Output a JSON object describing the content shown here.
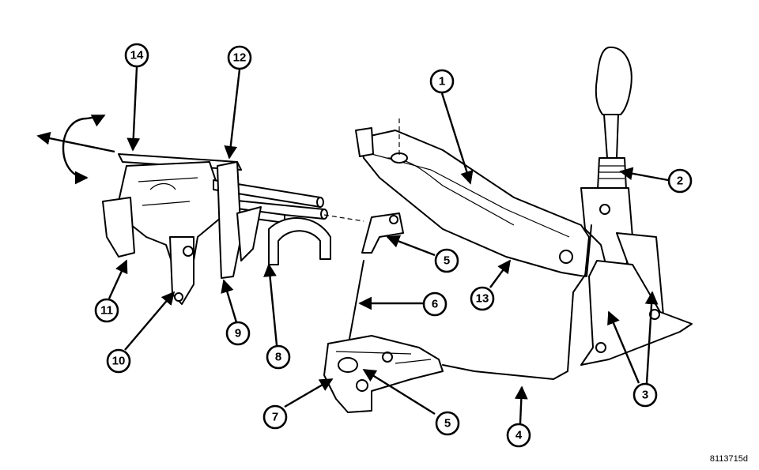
{
  "figure_id": "8113715d",
  "callouts": [
    {
      "number": "1"
    },
    {
      "number": "2"
    },
    {
      "number": "3"
    },
    {
      "number": "4"
    },
    {
      "number": "5"
    },
    {
      "number": "5"
    },
    {
      "number": "6"
    },
    {
      "number": "7"
    },
    {
      "number": "8"
    },
    {
      "number": "9"
    },
    {
      "number": "10"
    },
    {
      "number": "11"
    },
    {
      "number": "12"
    },
    {
      "number": "13"
    },
    {
      "number": "14"
    }
  ]
}
